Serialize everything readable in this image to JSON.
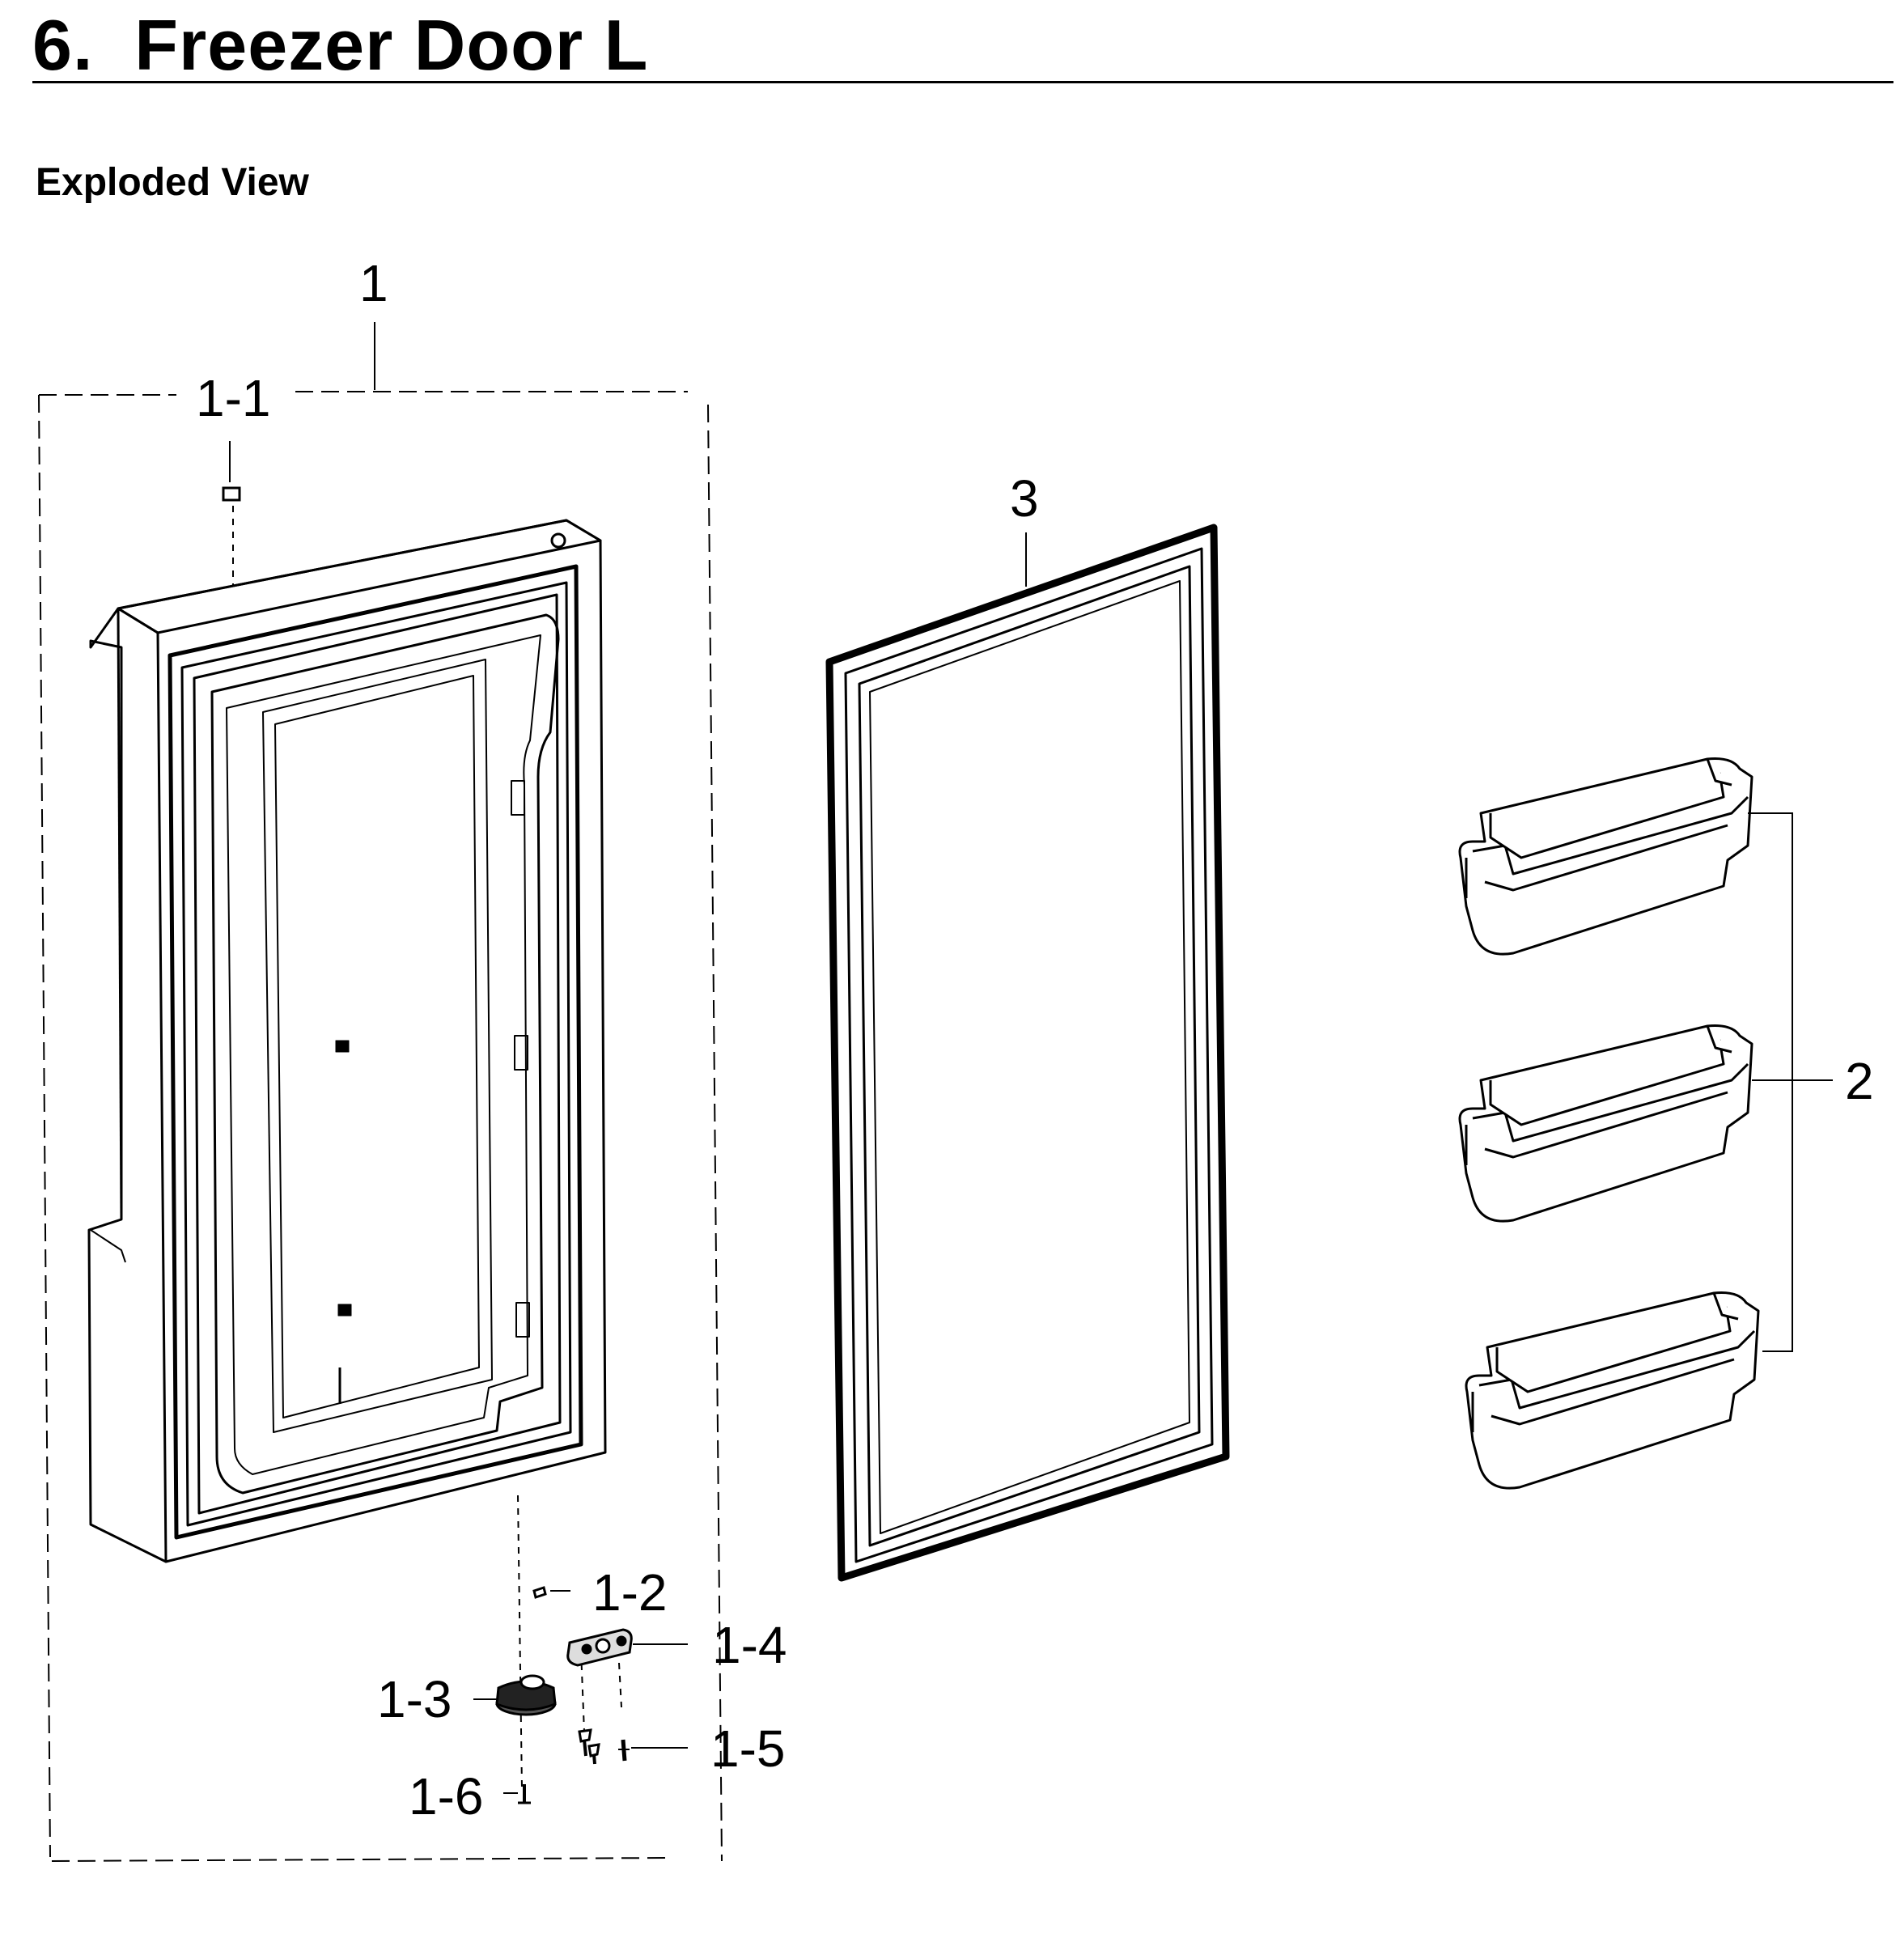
{
  "header": {
    "title": "6.  Freezer Door L"
  },
  "section": {
    "heading": "Exploded View"
  },
  "callouts": {
    "door_assy": "1",
    "cap_top": "1-1",
    "pin": "1-2",
    "hinge_cam": "1-3",
    "hinge_plate": "1-4",
    "screws": "1-5",
    "screw_bottom": "1-6",
    "guards": "2",
    "gasket": "3"
  },
  "parts": [
    {
      "callout": "1",
      "icon": "door-assembly"
    },
    {
      "callout": "1-1",
      "icon": "cap"
    },
    {
      "callout": "1-2",
      "icon": "pin"
    },
    {
      "callout": "1-3",
      "icon": "hinge-cam"
    },
    {
      "callout": "1-4",
      "icon": "hinge-plate"
    },
    {
      "callout": "1-5",
      "icon": "screw"
    },
    {
      "callout": "1-6",
      "icon": "screw"
    },
    {
      "callout": "2",
      "icon": "door-guard",
      "count": 3
    },
    {
      "callout": "3",
      "icon": "gasket"
    }
  ]
}
